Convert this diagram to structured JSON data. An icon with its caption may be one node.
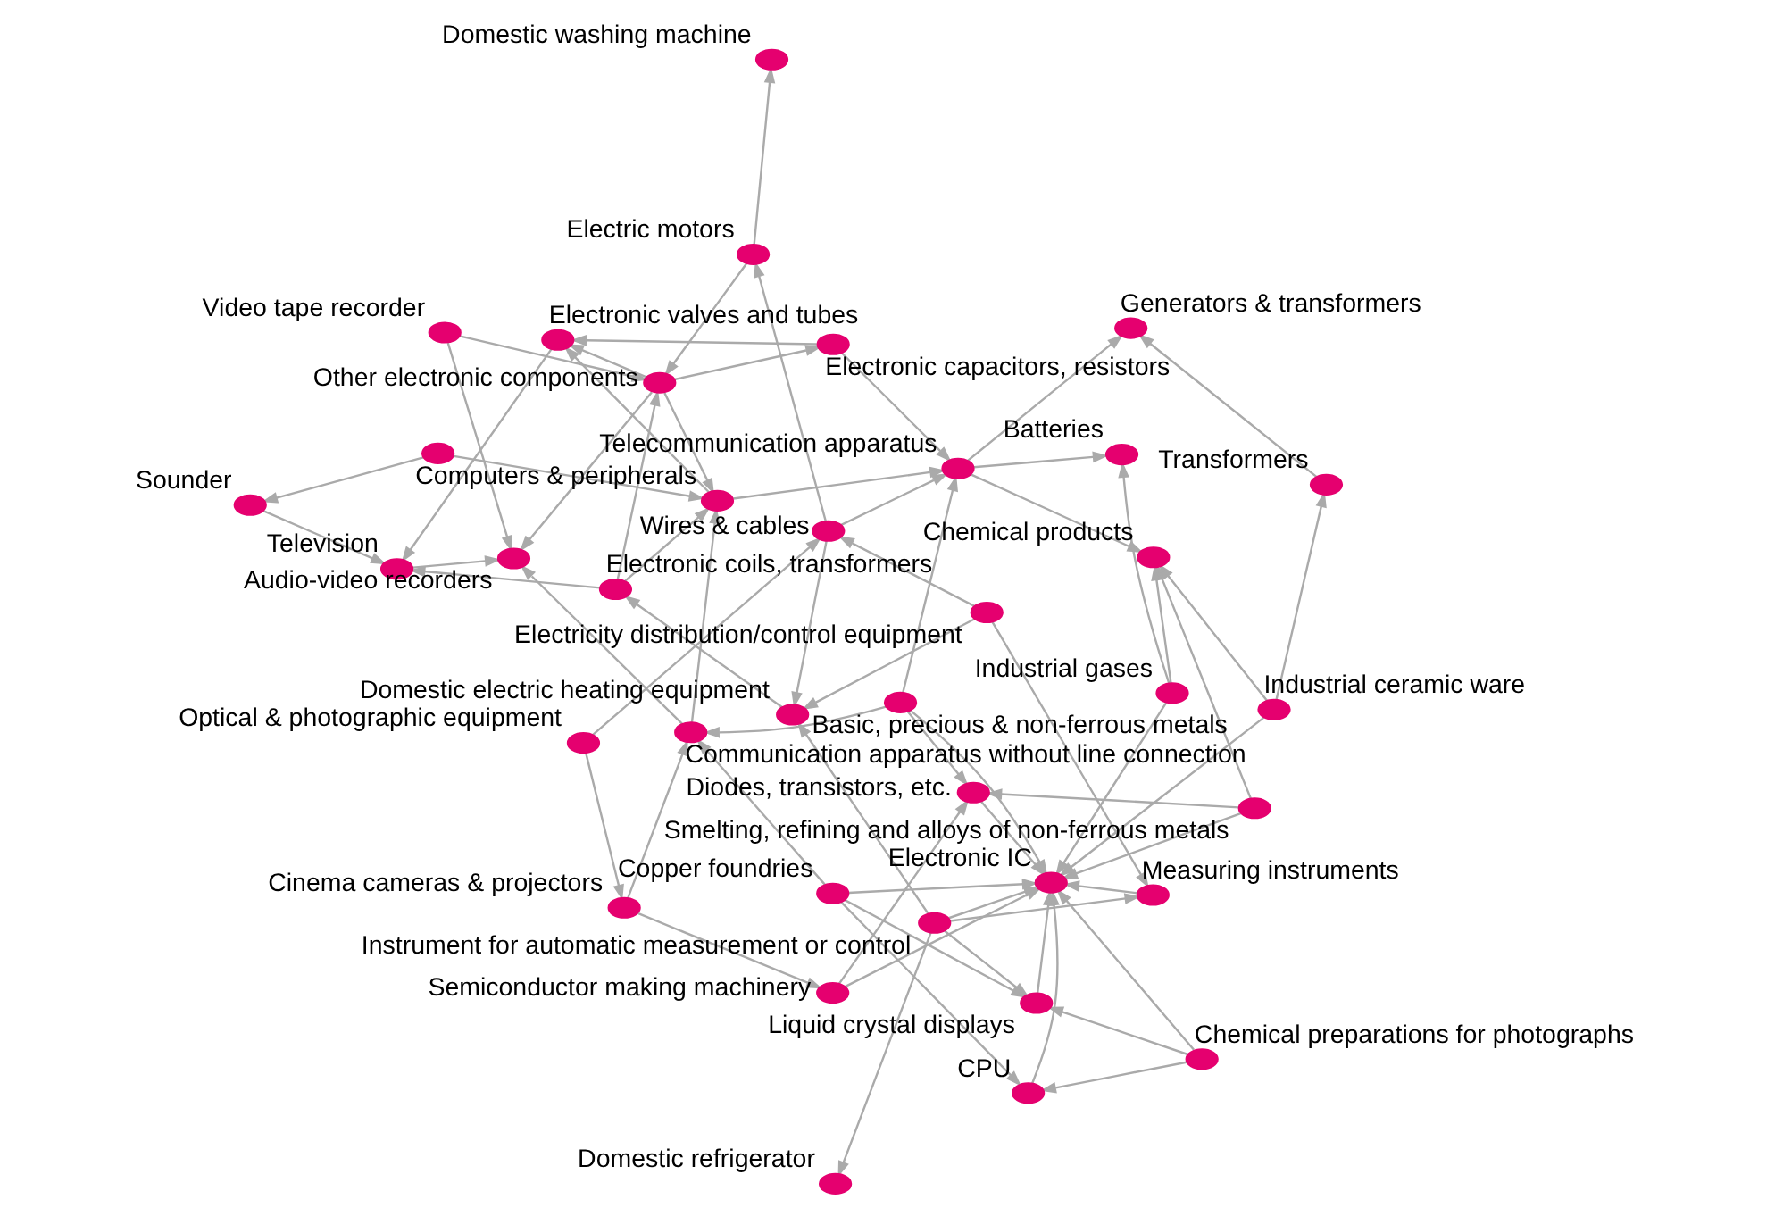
{
  "diagram": {
    "nodes": [
      {
        "text": [
          "Domestic electric heating equipment"
        ]
      },
      {
        "text": [
          "Domestic washing machine"
        ]
      },
      {
        "text": [
          "Cinema cameras & projectors"
        ]
      },
      {
        "text": [
          "Optical & photographic equipment"
        ]
      },
      {
        "text": [
          "Wires & cables"
        ]
      },
      {
        "text": [
          "Electric motors"
        ]
      },
      {
        "text": [
          "Television"
        ]
      },
      {
        "text": [
          "Domestic refrigerator"
        ]
      },
      {
        "text": [
          "Liquid crystal displays"
        ]
      },
      {
        "text": [
          "Electricity distribution/control equipment"
        ]
      },
      {
        "text": [
          "Electronic coils, transformers"
        ]
      },
      {
        "text": [
          "Audio-video recorders"
        ]
      },
      {
        "text": [
          "Instrument for automatic measurement or control"
        ]
      },
      {
        "text": [
          "Video tape recorder"
        ]
      },
      {
        "text": [
          "Measuring instruments"
        ]
      },
      {
        "text": [
          "Communication apparatus without line connection"
        ]
      },
      {
        "text": [
          "Other electronic components"
        ]
      },
      {
        "text": [
          "Sounder"
        ]
      },
      {
        "text": [
          "Copper foundries"
        ]
      },
      {
        "text": [
          "CPU"
        ]
      },
      {
        "text": [
          "Computers & peripherals"
        ]
      },
      {
        "text": [
          "Basic, precious & non-ferrous metals"
        ]
      },
      {
        "text": [],
        "shape": "circle"
      },
      {
        "text": [
          "Semiconductor making machinery"
        ]
      },
      {
        "text": [
          "Electronic capacitors, resistors"
        ]
      },
      {
        "text": [
          "Electronic IC"
        ]
      },
      {
        "text": [
          "Telecommunication apparatus"
        ]
      },
      {
        "text": [
          "Electronic valves and tubes"
        ]
      },
      {
        "text": [
          "Chemical preparations for photographs"
        ]
      },
      {
        "text": [
          "Diodes, transistors, etc."
        ]
      },
      {
        "text": [
          "Generators & transformers"
        ]
      },
      {
        "text": [
          "Industrial ceramic ware"
        ]
      },
      {
        "text": [
          "Batteries"
        ]
      },
      {
        "text": [
          "Smelting, refining and alloys of non-ferrous metals"
        ]
      },
      {
        "text": [
          "Chemical products"
        ]
      },
      {
        "text": [
          "Transformers"
        ]
      },
      {
        "text": [
          "Industrial gases"
        ]
      }
    ],
    "edges": [
      {
        "from": 3,
        "to": 2,
        "arrow": "to"
      },
      {
        "from": 12,
        "to": 7,
        "arrow": "to"
      },
      {
        "from": 5,
        "to": 1,
        "arrow": "to"
      },
      {
        "from": 3,
        "to": 4,
        "arrow": "to"
      },
      {
        "from": 4,
        "to": 5,
        "arrow": "to"
      },
      {
        "from": 12,
        "to": 0,
        "arrow": "to"
      },
      {
        "from": 2,
        "to": 23,
        "arrow": "to"
      },
      {
        "from": 2,
        "to": 15,
        "arrow": "to"
      },
      {
        "from": 12,
        "to": 8,
        "arrow": "to"
      },
      {
        "from": 12,
        "to": 14,
        "arrow": "to"
      },
      {
        "from": 12,
        "to": 25,
        "arrow": "to"
      },
      {
        "from": 10,
        "to": 6,
        "arrow": "to"
      },
      {
        "from": 15,
        "to": 11,
        "arrow": "to"
      },
      {
        "from": 13,
        "to": 11,
        "arrow": "to"
      },
      {
        "from": 13,
        "to": 16,
        "arrow": "to"
      },
      {
        "from": 6,
        "to": 11,
        "arrow": "to"
      },
      {
        "from": 27,
        "to": 6,
        "arrow": "to"
      },
      {
        "from": 17,
        "to": 6,
        "arrow": "to"
      },
      {
        "from": 22,
        "to": 17,
        "arrow": "to"
      },
      {
        "from": 22,
        "to": 20,
        "arrow": "to"
      },
      {
        "from": 18,
        "to": 19,
        "arrow": "to"
      },
      {
        "from": 18,
        "to": 8,
        "arrow": "to"
      },
      {
        "from": 18,
        "to": 25,
        "arrow": "to"
      },
      {
        "from": 18,
        "to": 15,
        "arrow": "to"
      },
      {
        "from": 23,
        "to": 25,
        "arrow": "to"
      },
      {
        "from": 23,
        "to": 29,
        "arrow": "to"
      },
      {
        "from": 28,
        "to": 19,
        "arrow": "to"
      },
      {
        "from": 28,
        "to": 8,
        "arrow": "to"
      },
      {
        "from": 28,
        "to": 25,
        "arrow": "to"
      },
      {
        "from": 33,
        "to": 25,
        "arrow": "to"
      },
      {
        "from": 33,
        "to": 34,
        "arrow": "to"
      },
      {
        "from": 33,
        "to": 29,
        "arrow": "to"
      },
      {
        "from": 36,
        "to": 34,
        "arrow": "to"
      },
      {
        "from": 36,
        "to": 25,
        "arrow": "to"
      },
      {
        "from": 36,
        "to": 32,
        "arrow": "to"
      },
      {
        "from": 21,
        "to": 29,
        "arrow": "to"
      },
      {
        "from": 21,
        "to": 25,
        "arrow": "to"
      },
      {
        "from": 21,
        "to": 26,
        "arrow": "to"
      },
      {
        "from": 29,
        "to": 25,
        "arrow": "to"
      },
      {
        "from": 31,
        "to": 34,
        "arrow": "to"
      },
      {
        "from": 31,
        "to": 35,
        "arrow": "to"
      },
      {
        "from": 31,
        "to": 25,
        "arrow": "to"
      },
      {
        "from": 26,
        "to": 34,
        "arrow": "to"
      },
      {
        "from": 24,
        "to": 26,
        "arrow": "to"
      },
      {
        "from": 24,
        "to": 27,
        "arrow": "to"
      },
      {
        "from": 16,
        "to": 27,
        "arrow": "to"
      },
      {
        "from": 16,
        "to": 24,
        "arrow": "to"
      },
      {
        "from": 35,
        "to": 30,
        "arrow": "to"
      },
      {
        "from": 26,
        "to": 32,
        "arrow": "to"
      },
      {
        "from": 20,
        "to": 26,
        "arrow": "to"
      },
      {
        "from": 15,
        "to": 20,
        "arrow": "to"
      },
      {
        "from": 14,
        "to": 25,
        "arrow": "to"
      },
      {
        "from": 19,
        "to": 25,
        "arrow": "to"
      },
      {
        "from": 8,
        "to": 25,
        "arrow": "to"
      },
      {
        "from": 9,
        "to": 4,
        "arrow": "to"
      },
      {
        "from": 9,
        "to": 14,
        "arrow": "to"
      },
      {
        "from": 9,
        "to": 0,
        "arrow": "to"
      },
      {
        "from": 4,
        "to": 0,
        "arrow": "to"
      },
      {
        "from": 0,
        "to": 10,
        "arrow": "to"
      },
      {
        "from": 10,
        "to": 20,
        "arrow": "to"
      },
      {
        "from": 10,
        "to": 16,
        "arrow": "to"
      },
      {
        "from": 4,
        "to": 26,
        "arrow": "to"
      },
      {
        "from": 5,
        "to": 16,
        "arrow": "to"
      },
      {
        "from": 16,
        "to": 11,
        "arrow": "to"
      },
      {
        "from": 21,
        "to": 15,
        "arrow": "to"
      },
      {
        "from": 16,
        "to": 20,
        "arrow": "to"
      },
      {
        "from": 20,
        "to": 27,
        "arrow": "to"
      },
      {
        "from": 26,
        "to": 30,
        "arrow": "to"
      }
    ]
  }
}
